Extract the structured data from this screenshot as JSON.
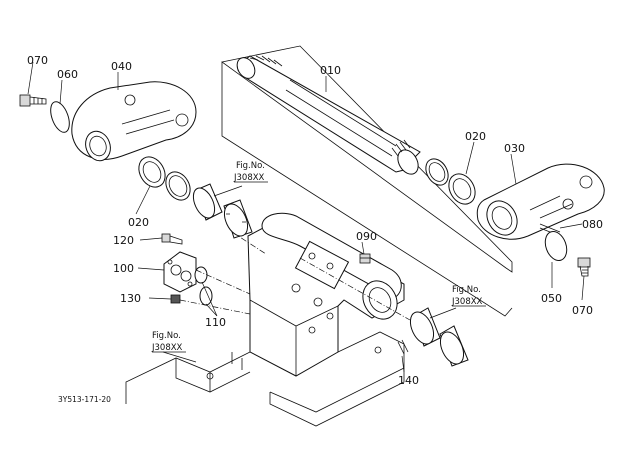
{
  "diagram": {
    "labels": {
      "p010": "010",
      "p020a": "020",
      "p020b": "020",
      "p030": "030",
      "p040": "040",
      "p050": "050",
      "p060": "060",
      "p070a": "070",
      "p070b": "070",
      "p080": "080",
      "p090": "090",
      "p100": "100",
      "p110": "110",
      "p120": "120",
      "p130": "130",
      "p140": "140"
    },
    "figrefs": {
      "fig1_line1": "Fig.No.",
      "fig1_line2": "J308XX",
      "fig2_line1": "Fig.No.",
      "fig2_line2": "J308XX",
      "fig3_line1": "Fig.No.",
      "fig3_line2": "J308XX"
    },
    "drawing_code": "3Y513-171-20"
  }
}
